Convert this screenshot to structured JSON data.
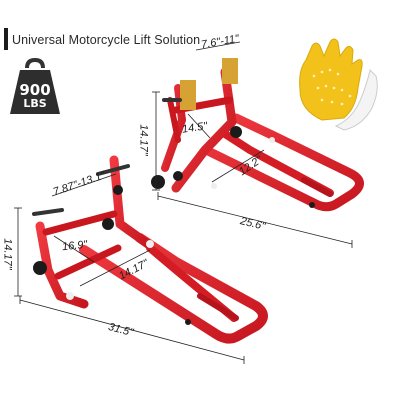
{
  "header": {
    "title": "Universal Motorcycle Lift Solution"
  },
  "badge": {
    "value": "900",
    "unit": "LBS",
    "icon": "weight-icon"
  },
  "rear_stand": {
    "width_range": "7.6\"-11\"",
    "height": "14.17\"",
    "inner_depth": "14.5\"",
    "arm_length": "12.2\"",
    "length": "25.6\""
  },
  "front_stand": {
    "width_range": "7.87\"-13.1\"",
    "height": "14.17\"",
    "inner_depth": "16.9\"",
    "arm_length": "14.17\"",
    "length": "31.5\""
  },
  "accessory": {
    "icon": "gloves-icon"
  },
  "colors": {
    "stand_red": "#e1202b",
    "stand_dark": "#b5141d",
    "glove_yellow": "#f2c21a",
    "cradle_gold": "#d6a233"
  }
}
